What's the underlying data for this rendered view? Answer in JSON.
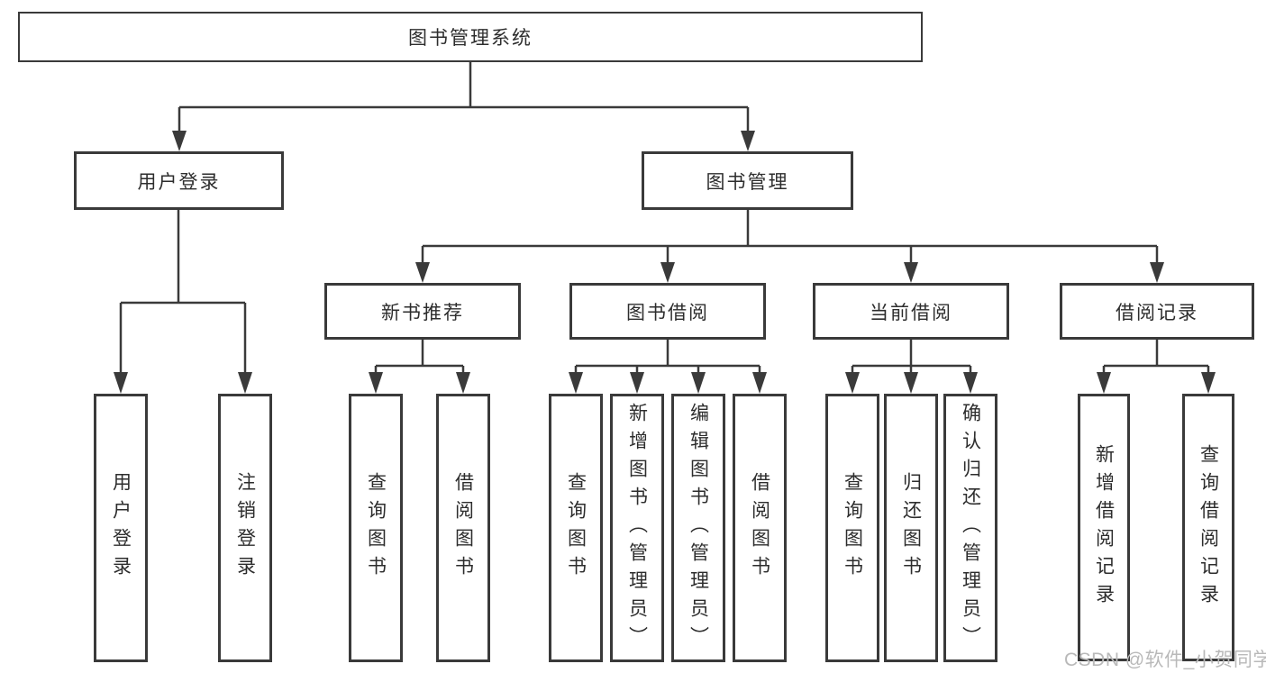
{
  "diagram": {
    "title": "图书管理系统",
    "colors": {
      "line": "#3a3a3a",
      "box_border": "#3a3a3a",
      "text": "#2d2d2d",
      "background": "#ffffff",
      "watermark": "#b9b9b9"
    },
    "tree": {
      "root": "图书管理系统",
      "level2": [
        "用户登录",
        "图书管理"
      ],
      "level3": [
        "新书推荐",
        "图书借阅",
        "当前借阅",
        "借阅记录"
      ],
      "leaves": {
        "login": [
          "用户登录",
          "注销登录"
        ],
        "recommend": [
          "查询图书",
          "借阅图书"
        ],
        "borrow": [
          "查询图书",
          "新增图书（管理员）",
          "编辑图书（管理员）",
          "借阅图书"
        ],
        "current": [
          "查询图书",
          "归还图书",
          "确认归还（管理员）"
        ],
        "records": [
          "新增借阅记录",
          "查询借阅记录"
        ]
      }
    },
    "watermark": "CSDN @软件_小贺同学"
  }
}
